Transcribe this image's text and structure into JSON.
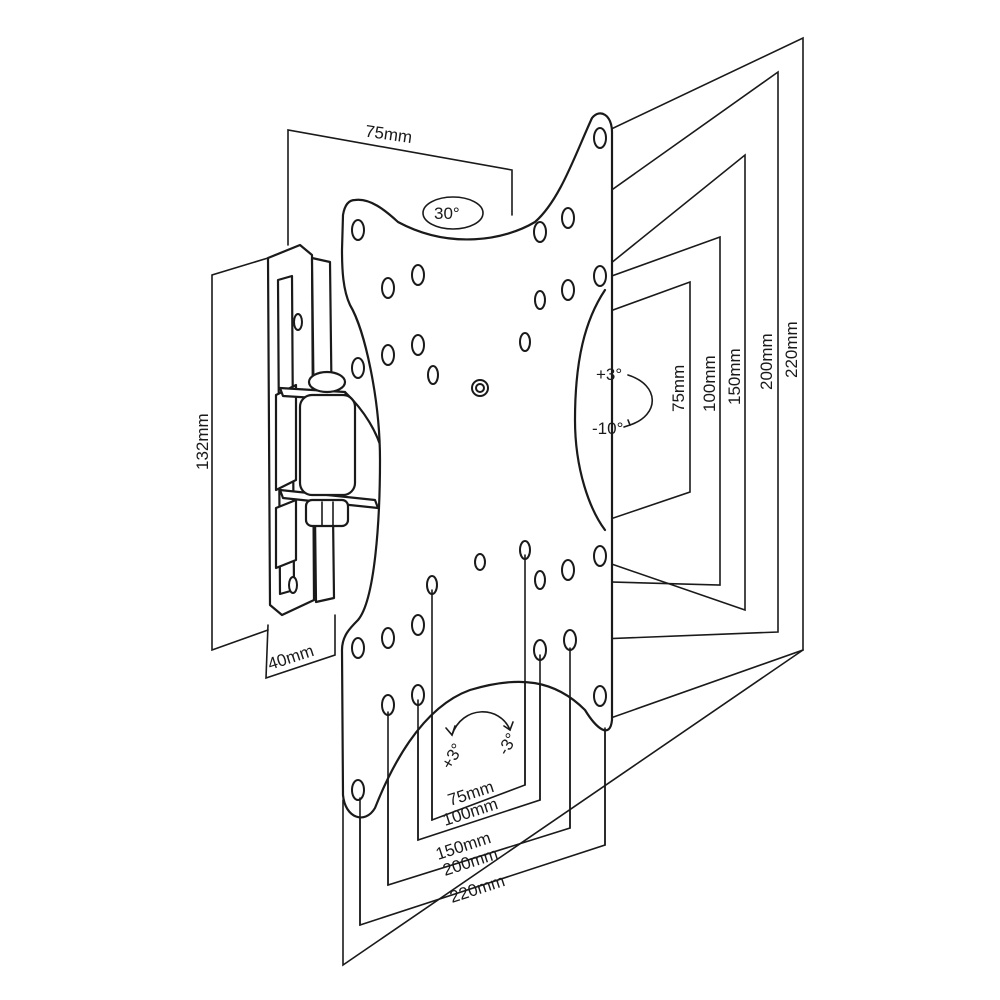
{
  "dimensions": {
    "top_width": "75mm",
    "height": "132mm",
    "depth": "40mm",
    "vesa_vertical": [
      "75mm",
      "100mm",
      "150mm",
      "200mm",
      "220mm"
    ],
    "vesa_horizontal": [
      "75mm",
      "100mm",
      "150mm",
      "200mm",
      "220mm"
    ]
  },
  "angles": {
    "swivel": "30°",
    "tilt_up": "+3°",
    "tilt_down": "-10°",
    "level_plus": "+3°",
    "level_minus": "-3°"
  }
}
